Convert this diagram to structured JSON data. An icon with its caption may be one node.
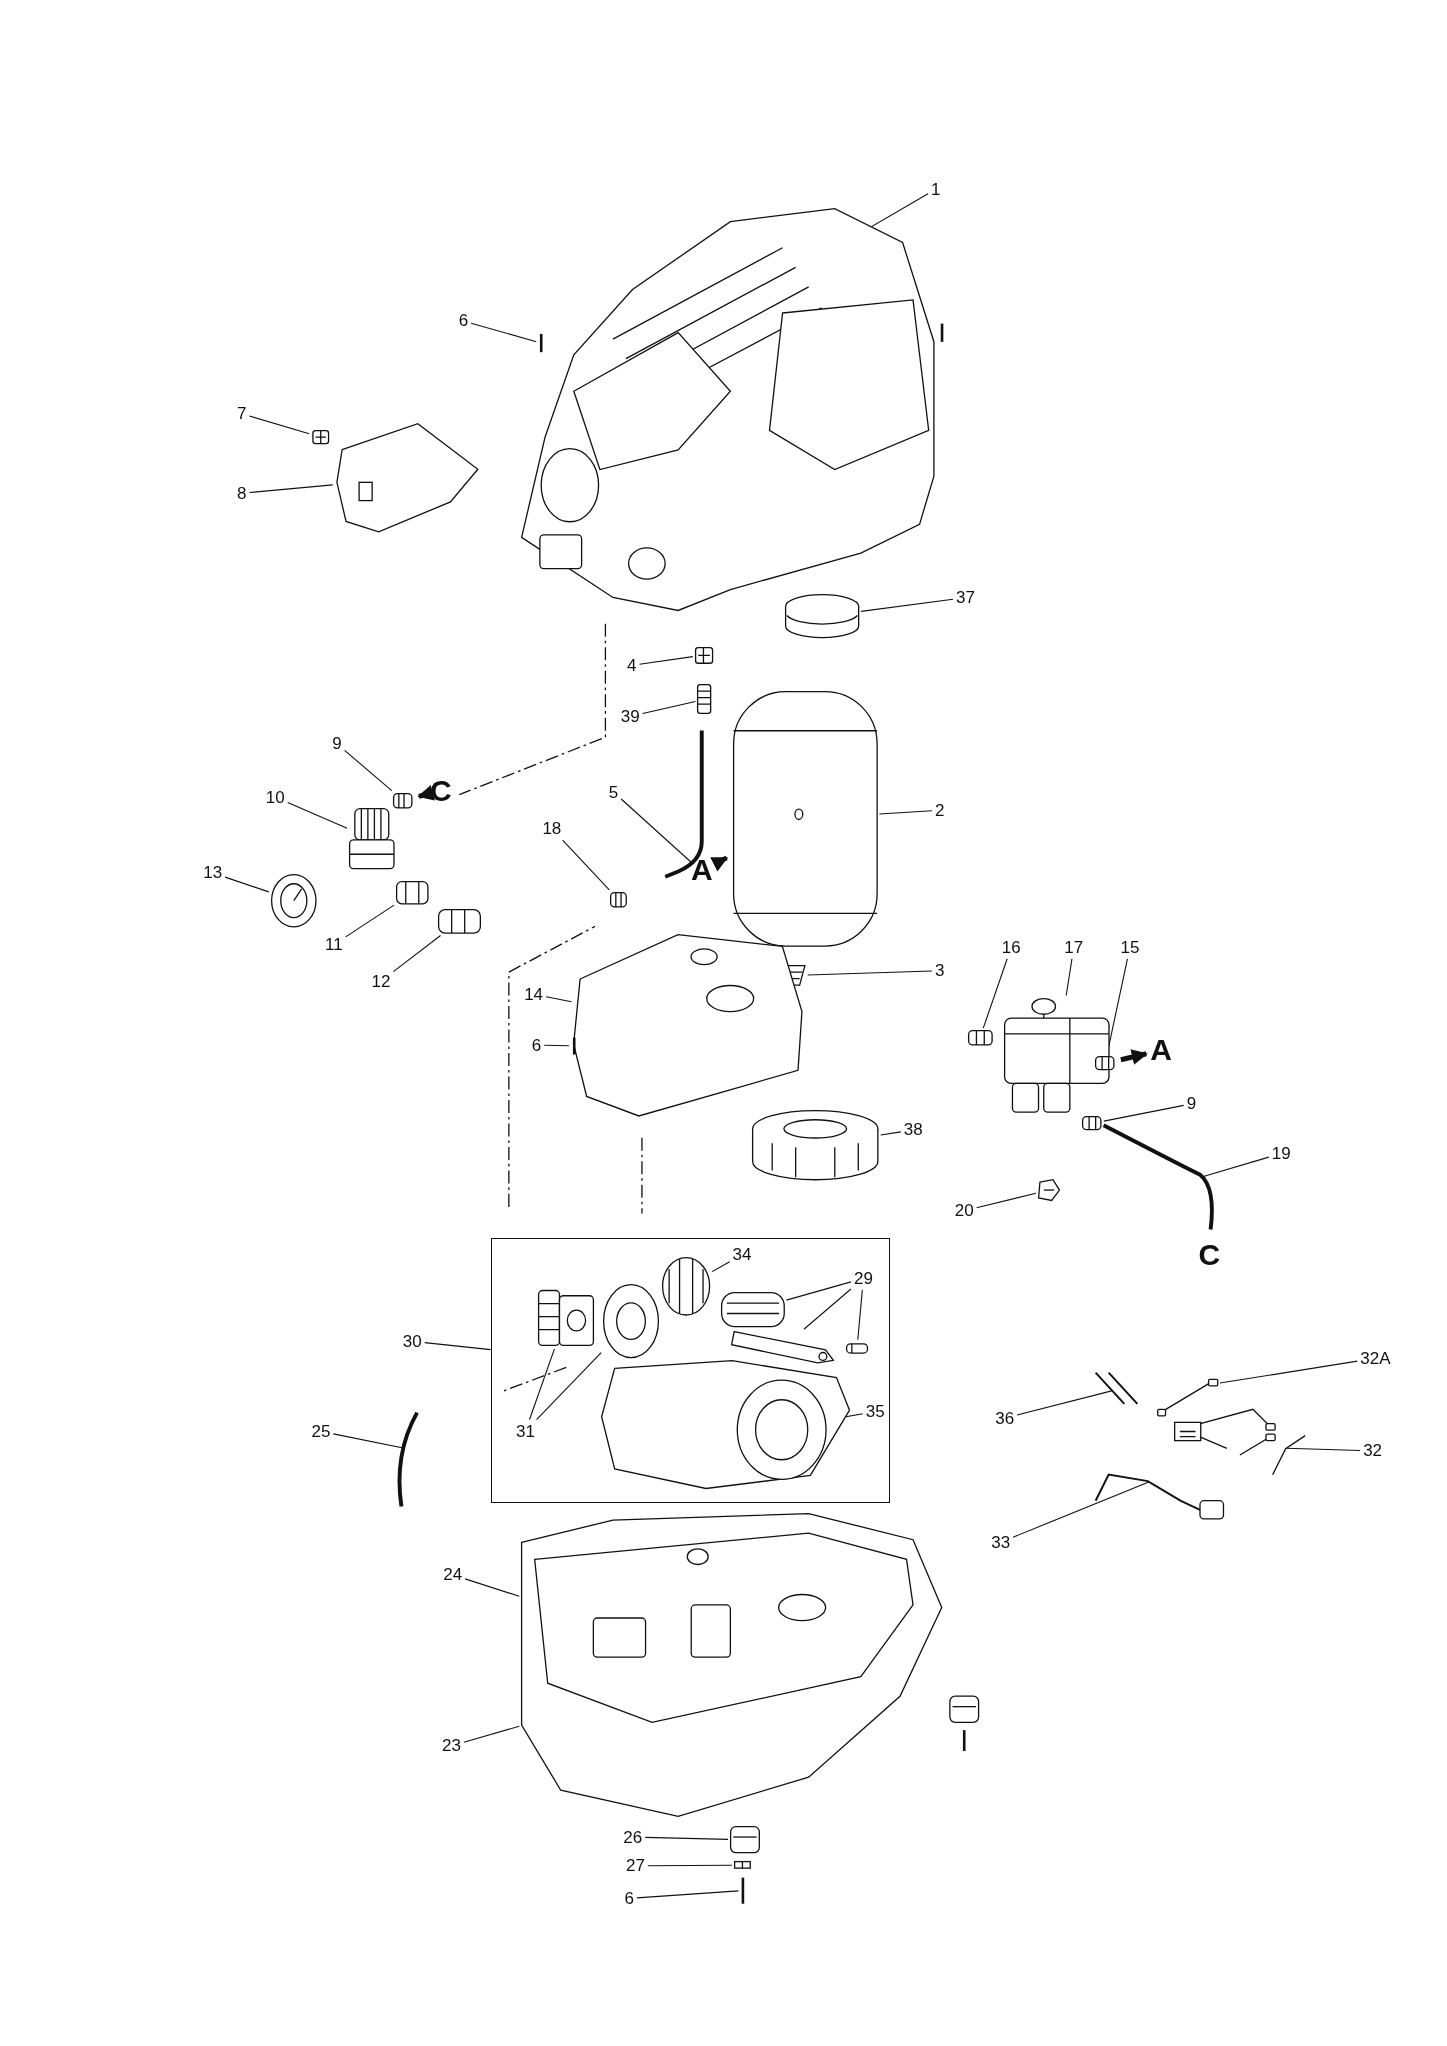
{
  "diagram": {
    "nodes": [
      {
        "text": [
          "1"
        ]
      },
      {
        "text": [
          "6"
        ]
      },
      {
        "text": [
          "7"
        ]
      },
      {
        "text": [
          "8"
        ]
      },
      {
        "text": [
          "37"
        ]
      },
      {
        "text": [
          "4"
        ]
      },
      {
        "text": [
          "39"
        ]
      },
      {
        "text": [
          "9"
        ]
      },
      {
        "text": [
          "10"
        ]
      },
      {
        "text": [
          "5"
        ]
      },
      {
        "text": [
          "2"
        ]
      },
      {
        "text": [
          "18"
        ]
      },
      {
        "text": [
          "13"
        ]
      },
      {
        "text": [
          "11"
        ]
      },
      {
        "text": [
          "12"
        ]
      },
      {
        "text": [
          "3"
        ]
      },
      {
        "text": [
          "16"
        ]
      },
      {
        "text": [
          "17"
        ]
      },
      {
        "text": [
          "15"
        ]
      },
      {
        "text": [
          "14"
        ]
      },
      {
        "text": [
          "6"
        ]
      },
      {
        "text": [
          "9"
        ]
      },
      {
        "text": [
          "38"
        ]
      },
      {
        "text": [
          "19"
        ]
      },
      {
        "text": [
          "20"
        ]
      },
      {
        "text": [],
        "shape": "box"
      },
      {
        "text": [
          "34"
        ],
        "in": 25
      },
      {
        "text": [
          "29"
        ],
        "in": 25
      },
      {
        "text": [
          "30"
        ]
      },
      {
        "text": [
          "31"
        ],
        "in": 25
      },
      {
        "text": [
          "35"
        ],
        "in": 25
      },
      {
        "text": [
          "32A"
        ]
      },
      {
        "text": [
          "36"
        ]
      },
      {
        "text": [
          "32"
        ]
      },
      {
        "text": [
          "25"
        ]
      },
      {
        "text": [
          "33"
        ]
      },
      {
        "text": [
          "24"
        ]
      },
      {
        "text": [
          "23"
        ]
      },
      {
        "text": [
          "26"
        ]
      },
      {
        "text": [
          "27"
        ]
      },
      {
        "text": [
          "6"
        ]
      },
      {
        "text": [],
        "shape": "picture"
      },
      {
        "text": [],
        "shape": "picture"
      },
      {
        "text": [],
        "shape": "picture"
      },
      {
        "text": [],
        "shape": "picture"
      },
      {
        "text": [],
        "shape": "picture"
      },
      {
        "text": [],
        "shape": "picture"
      },
      {
        "text": [],
        "shape": "picture"
      },
      {
        "text": [],
        "shape": "picture"
      },
      {
        "text": [],
        "shape": "picture"
      },
      {
        "text": [],
        "shape": "picture"
      },
      {
        "text": [],
        "shape": "picture"
      },
      {
        "text": [],
        "shape": "picture"
      },
      {
        "text": [],
        "shape": "picture"
      },
      {
        "text": [],
        "shape": "picture"
      },
      {
        "text": [],
        "shape": "picture"
      },
      {
        "text": [],
        "shape": "picture"
      },
      {
        "text": [],
        "shape": "picture"
      },
      {
        "text": [],
        "shape": "picture"
      },
      {
        "text": [],
        "shape": "picture"
      },
      {
        "text": [],
        "shape": "picture"
      },
      {
        "text": [],
        "shape": "picture"
      },
      {
        "text": [],
        "shape": "picture"
      },
      {
        "text": [],
        "shape": "picture"
      },
      {
        "text": [],
        "shape": "picture"
      },
      {
        "text": [],
        "shape": "picture"
      },
      {
        "text": [],
        "shape": "picture",
        "in": 25
      },
      {
        "text": [],
        "shape": "picture",
        "in": 25
      },
      {
        "text": [],
        "shape": "picture",
        "in": 25
      },
      {
        "text": [],
        "shape": "picture",
        "in": 25
      },
      {
        "text": [],
        "shape": "picture",
        "in": 25
      },
      {
        "text": [],
        "shape": "picture",
        "in": 25
      },
      {
        "text": [],
        "shape": "picture",
        "in": 25
      },
      {
        "text": [],
        "shape": "picture"
      },
      {
        "text": [],
        "shape": "picture"
      },
      {
        "text": [],
        "shape": "picture"
      },
      {
        "text": [],
        "shape": "picture"
      },
      {
        "text": [],
        "shape": "picture"
      },
      {
        "text": [],
        "shape": "picture"
      },
      {
        "text": [],
        "shape": "picture"
      },
      {
        "text": [],
        "shape": "picture"
      },
      {
        "text": [],
        "shape": "picture"
      },
      {
        "text": [
          "C"
        ]
      },
      {
        "text": [
          "A"
        ]
      },
      {
        "text": [
          "A"
        ]
      }
    ],
    "edges": [
      {
        "from": 0,
        "to": 41,
        "arrow": "none"
      },
      {
        "from": 1,
        "to": 42,
        "arrow": "none"
      },
      {
        "from": 2,
        "to": 43,
        "arrow": "none"
      },
      {
        "from": 3,
        "to": 44,
        "arrow": "none"
      },
      {
        "from": 4,
        "to": 45,
        "arrow": "none"
      },
      {
        "from": 5,
        "to": 46,
        "arrow": "none"
      },
      {
        "from": 6,
        "to": 47,
        "arrow": "none"
      },
      {
        "from": 7,
        "to": 48,
        "arrow": "none"
      },
      {
        "from": 8,
        "to": 49,
        "arrow": "none"
      },
      {
        "from": 9,
        "to": 50,
        "arrow": "none"
      },
      {
        "from": 10,
        "to": 51,
        "arrow": "none"
      },
      {
        "from": 11,
        "to": 52,
        "arrow": "none"
      },
      {
        "from": 12,
        "to": 53,
        "arrow": "none"
      },
      {
        "from": 13,
        "to": 54,
        "arrow": "none"
      },
      {
        "from": 14,
        "to": 55,
        "arrow": "none"
      },
      {
        "from": 15,
        "to": 56,
        "arrow": "none"
      },
      {
        "from": 16,
        "to": 57,
        "arrow": "none"
      },
      {
        "from": 17,
        "to": 58,
        "arrow": "none"
      },
      {
        "from": 18,
        "to": 59,
        "arrow": "none"
      },
      {
        "from": 19,
        "to": 60,
        "arrow": "none"
      },
      {
        "from": 20,
        "to": 61,
        "arrow": "none"
      },
      {
        "from": 21,
        "to": 62,
        "arrow": "none"
      },
      {
        "from": 22,
        "to": 63,
        "arrow": "none"
      },
      {
        "from": 23,
        "to": 64,
        "arrow": "none"
      },
      {
        "from": 24,
        "to": 65,
        "arrow": "none"
      },
      {
        "from": 28,
        "to": 25,
        "arrow": "none"
      },
      {
        "from": 26,
        "to": 66,
        "arrow": "none"
      },
      {
        "from": 27,
        "to": 67,
        "arrow": "none"
      },
      {
        "from": 27,
        "to": 68,
        "arrow": "none"
      },
      {
        "from": 27,
        "to": 69,
        "arrow": "none"
      },
      {
        "from": 29,
        "to": 70,
        "arrow": "none"
      },
      {
        "from": 29,
        "to": 71,
        "arrow": "none"
      },
      {
        "from": 30,
        "to": 72,
        "arrow": "none"
      },
      {
        "from": 31,
        "to": 73,
        "arrow": "none"
      },
      {
        "from": 32,
        "to": 74,
        "arrow": "none"
      },
      {
        "from": 33,
        "to": 75,
        "arrow": "none"
      },
      {
        "from": 34,
        "to": 76,
        "arrow": "none"
      },
      {
        "from": 35,
        "to": 77,
        "arrow": "none"
      },
      {
        "from": 36,
        "to": 78,
        "arrow": "none"
      },
      {
        "from": 37,
        "to": 78,
        "arrow": "none"
      },
      {
        "from": 38,
        "to": 79,
        "arrow": "none"
      },
      {
        "from": 39,
        "to": 80,
        "arrow": "none"
      },
      {
        "from": 40,
        "to": 81,
        "arrow": "none"
      },
      {
        "from": 82,
        "to": 48,
        "arrow": "to",
        "style": "thick"
      },
      {
        "from": 83,
        "to": 51,
        "arrow": "to",
        "style": "thick"
      },
      {
        "from": 59,
        "to": 84,
        "arrow": "to",
        "style": "thick"
      }
    ],
    "labels": [
      "C"
    ]
  }
}
